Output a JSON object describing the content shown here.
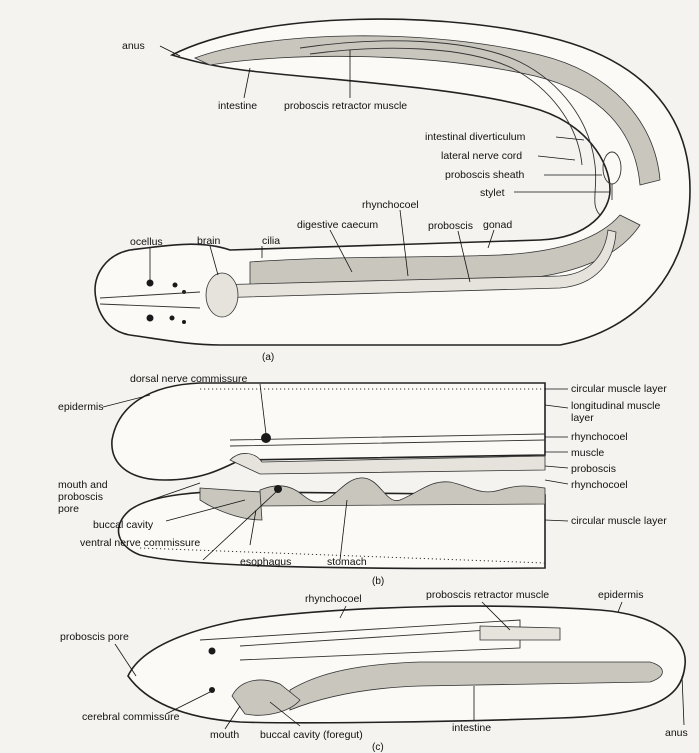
{
  "figure_a": {
    "caption": "(a)",
    "labels": {
      "anus": "anus",
      "intestine": "intestine",
      "proboscis_retractor_muscle": "proboscis retractor muscle",
      "intestinal_diverticulum": "intestinal diverticulum",
      "lateral_nerve_cord": "lateral nerve cord",
      "proboscis_sheath": "proboscis sheath",
      "stylet": "stylet",
      "rhynchocoel": "rhynchocoel",
      "digestive_caecum": "digestive caecum",
      "proboscis": "proboscis",
      "gonad": "gonad",
      "ocellus": "ocellus",
      "brain": "brain",
      "cilia": "cilia"
    }
  },
  "figure_b": {
    "caption": "(b)",
    "labels": {
      "dorsal_nerve_commissure": "dorsal nerve commissure",
      "epidermis": "epidermis",
      "mouth_and_proboscis_pore": "mouth and proboscis pore",
      "buccal_cavity": "buccal cavity",
      "ventral_nerve_commissure": "ventral nerve commissure",
      "esophagus": "esophagus",
      "stomach": "stomach",
      "circular_muscle_layer_top": "circular muscle layer",
      "longitudinal_muscle_layer": "longitudinal muscle layer",
      "rhynchocoel_upper": "rhynchocoel",
      "muscle": "muscle",
      "proboscis": "proboscis",
      "rhynchocoel_lower": "rhynchocoel",
      "circular_muscle_layer_bottom": "circular muscle layer"
    }
  },
  "figure_c": {
    "caption": "(c)",
    "labels": {
      "rhynchocoel": "rhynchocoel",
      "proboscis_retractor_muscle": "proboscis retractor muscle",
      "epidermis": "epidermis",
      "proboscis_pore": "proboscis pore",
      "cerebral_commissure": "cerebral commissure",
      "mouth": "mouth",
      "buccal_cavity_foregut": "buccal cavity (foregut)",
      "intestine": "intestine",
      "anus": "anus"
    }
  }
}
